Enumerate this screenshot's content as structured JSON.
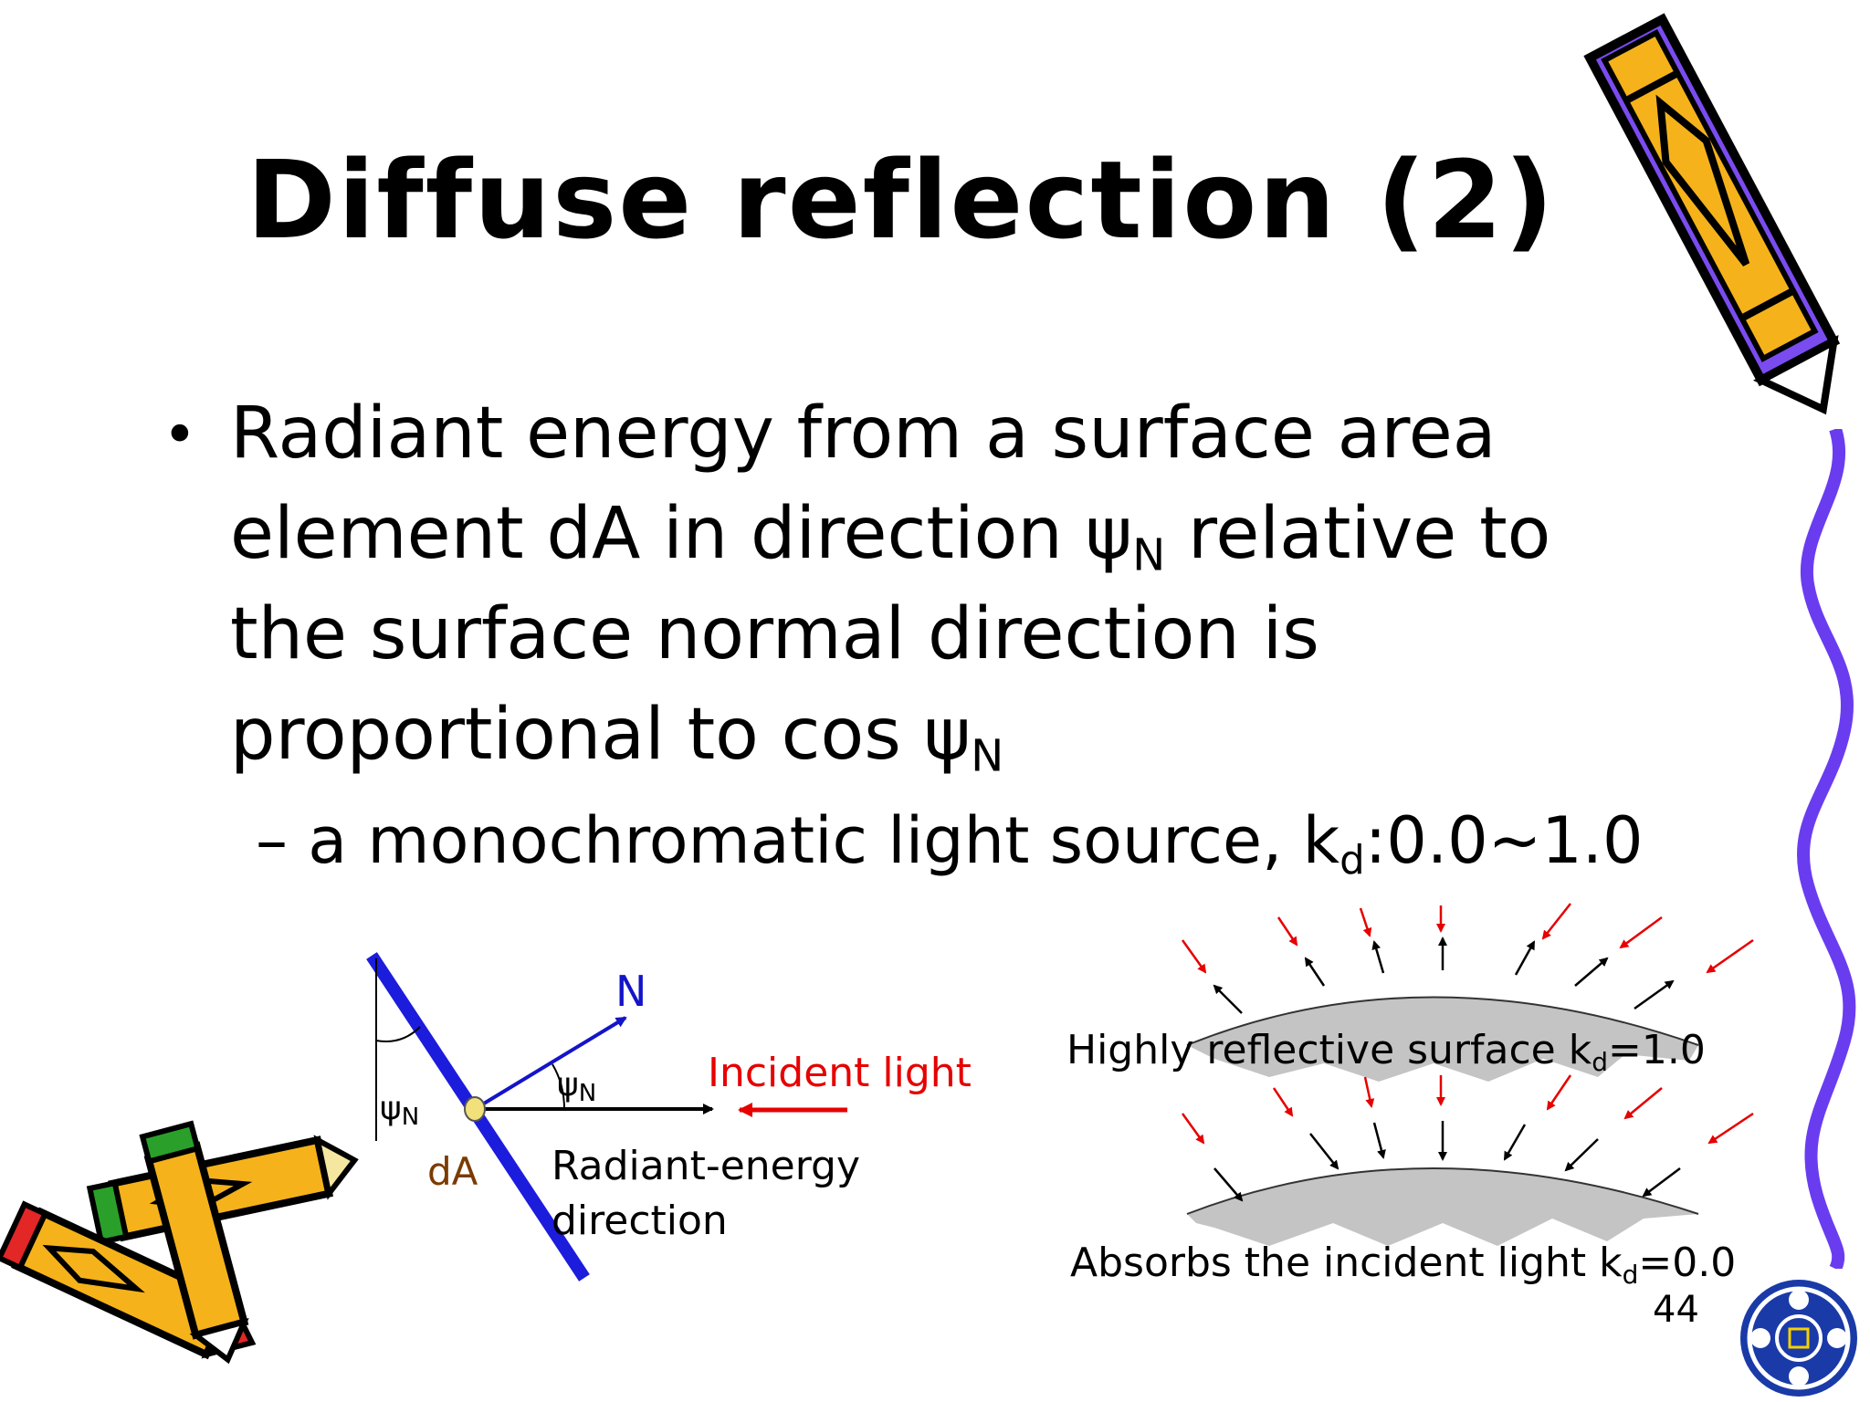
{
  "slide": {
    "title": "Diffuse reflection (2)",
    "bullet": {
      "marker": "•",
      "line1": "Radiant energy from a surface area",
      "line2_pre": "element dA in direction ψ",
      "line2_sub": "N",
      "line2_post": " relative to",
      "line3": "the surface normal direction is",
      "line4_pre": "proportional to cos ψ",
      "line4_sub": "N"
    },
    "subbullet": {
      "dash": "–",
      "text_pre": "a monochromatic light source, k",
      "text_sub": "d",
      "text_post": ":0.0~1.0"
    },
    "page_number": "44"
  },
  "diagram_left": {
    "normal_label": "N",
    "angle_label": "ψ",
    "angle_sub": "N",
    "angle_label_left": "ψ",
    "angle_sub_left": "N",
    "area_label": "dA",
    "incident_label": "Incident light",
    "radiant_label_line1": "Radiant-energy",
    "radiant_label_line2": "direction"
  },
  "diagram_right": {
    "top_caption_pre": "Highly reflective surface k",
    "top_caption_sub": "d",
    "top_caption_post": "=1.0",
    "bottom_caption_pre": "Absorbs the incident light k",
    "bottom_caption_sub": "d",
    "bottom_caption_post": "=0.0"
  },
  "colors": {
    "surface_blue": "#1c1cdc",
    "normal_blue": "#1414c8",
    "incident_red": "#e60000",
    "area_brown": "#7a3b00",
    "surface_gray": "#c4c4c4",
    "pencil_yellow": "#f5b21a",
    "pencil_purple": "#7a4cf0",
    "ribbon_purple": "#6a3cf0",
    "logo_blue": "#1a3aa8"
  }
}
